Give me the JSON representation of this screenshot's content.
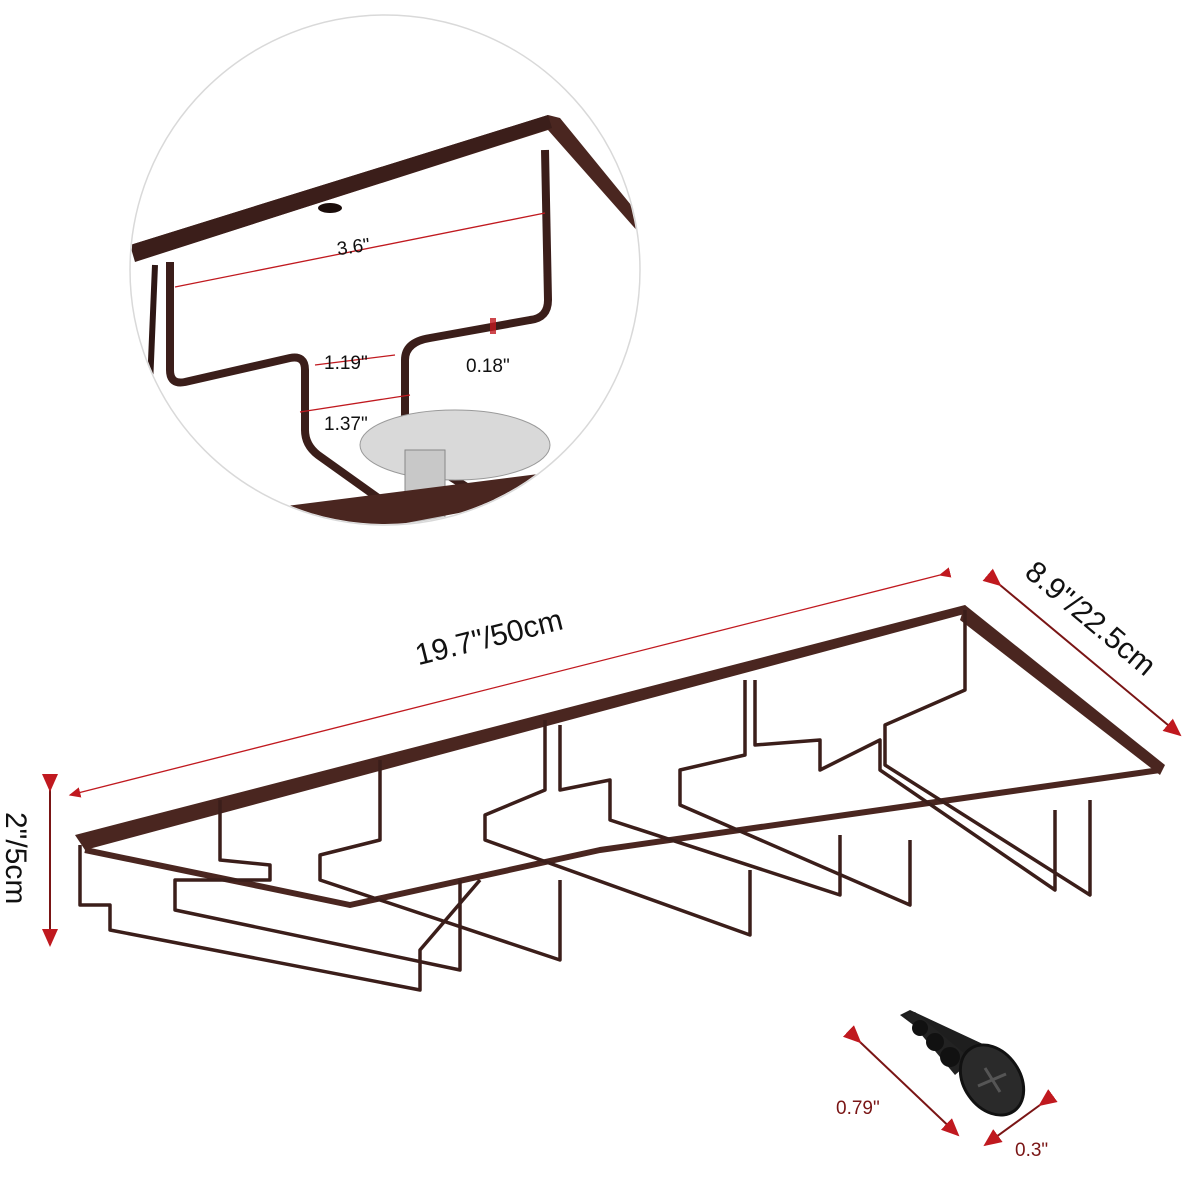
{
  "product": {
    "name": "Under-cabinet wine glass rack",
    "slots": 4,
    "frame_color": "#3b1e1a",
    "dimension_line_color": "#c0191f"
  },
  "detail_inset": {
    "shape": "circle",
    "dimensions": {
      "slot_width": "3.6\"",
      "neck_inner": "1.19\"",
      "neck_outer": "1.37\"",
      "wire_thickness": "0.18\""
    }
  },
  "main_rack": {
    "dimensions": {
      "length": "19.7\"/50cm",
      "width": "8.9\"/22.5cm",
      "height": "2\"/5cm"
    }
  },
  "screw": {
    "dimensions": {
      "length": "0.79\"",
      "head_diameter": "0.3\""
    }
  }
}
